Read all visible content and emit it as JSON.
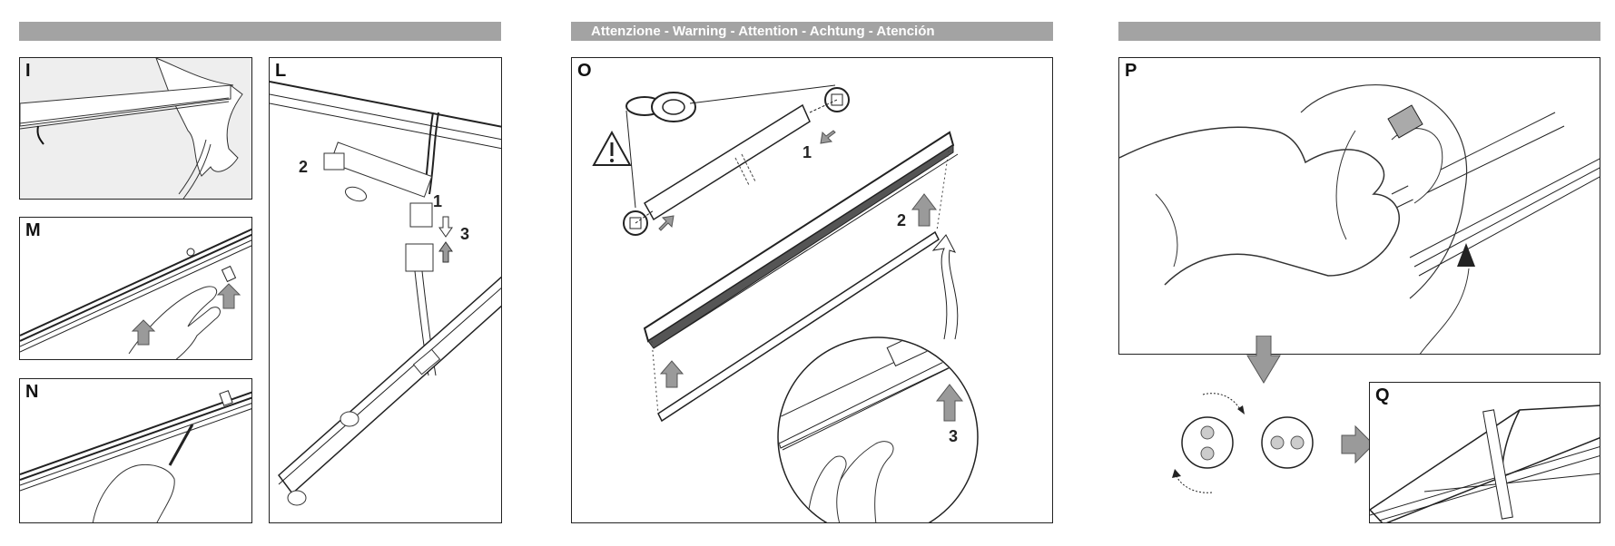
{
  "header_bars": [
    {
      "text": ""
    },
    {
      "text": "Attenzione - Warning - Attention - Achtung - Atención"
    },
    {
      "text": ""
    }
  ],
  "panels": {
    "I": {
      "label": "I"
    },
    "M": {
      "label": "M"
    },
    "N": {
      "label": "N"
    },
    "L": {
      "label": "L",
      "steps": [
        "2",
        "1",
        "3"
      ]
    },
    "O": {
      "label": "O",
      "steps": [
        "1",
        "2",
        "3"
      ]
    },
    "P": {
      "label": "P"
    },
    "Q": {
      "label": "Q"
    }
  },
  "icons": {
    "warning": "warning-triangle-icon",
    "arrow": "gray-arrow-icon",
    "rotate": "rotate-arrows-icon"
  },
  "colors": {
    "header_bar": "#a3a3a3",
    "arrow_fill": "#9a9a9a",
    "panel_i_bg": "#eeeeee"
  }
}
